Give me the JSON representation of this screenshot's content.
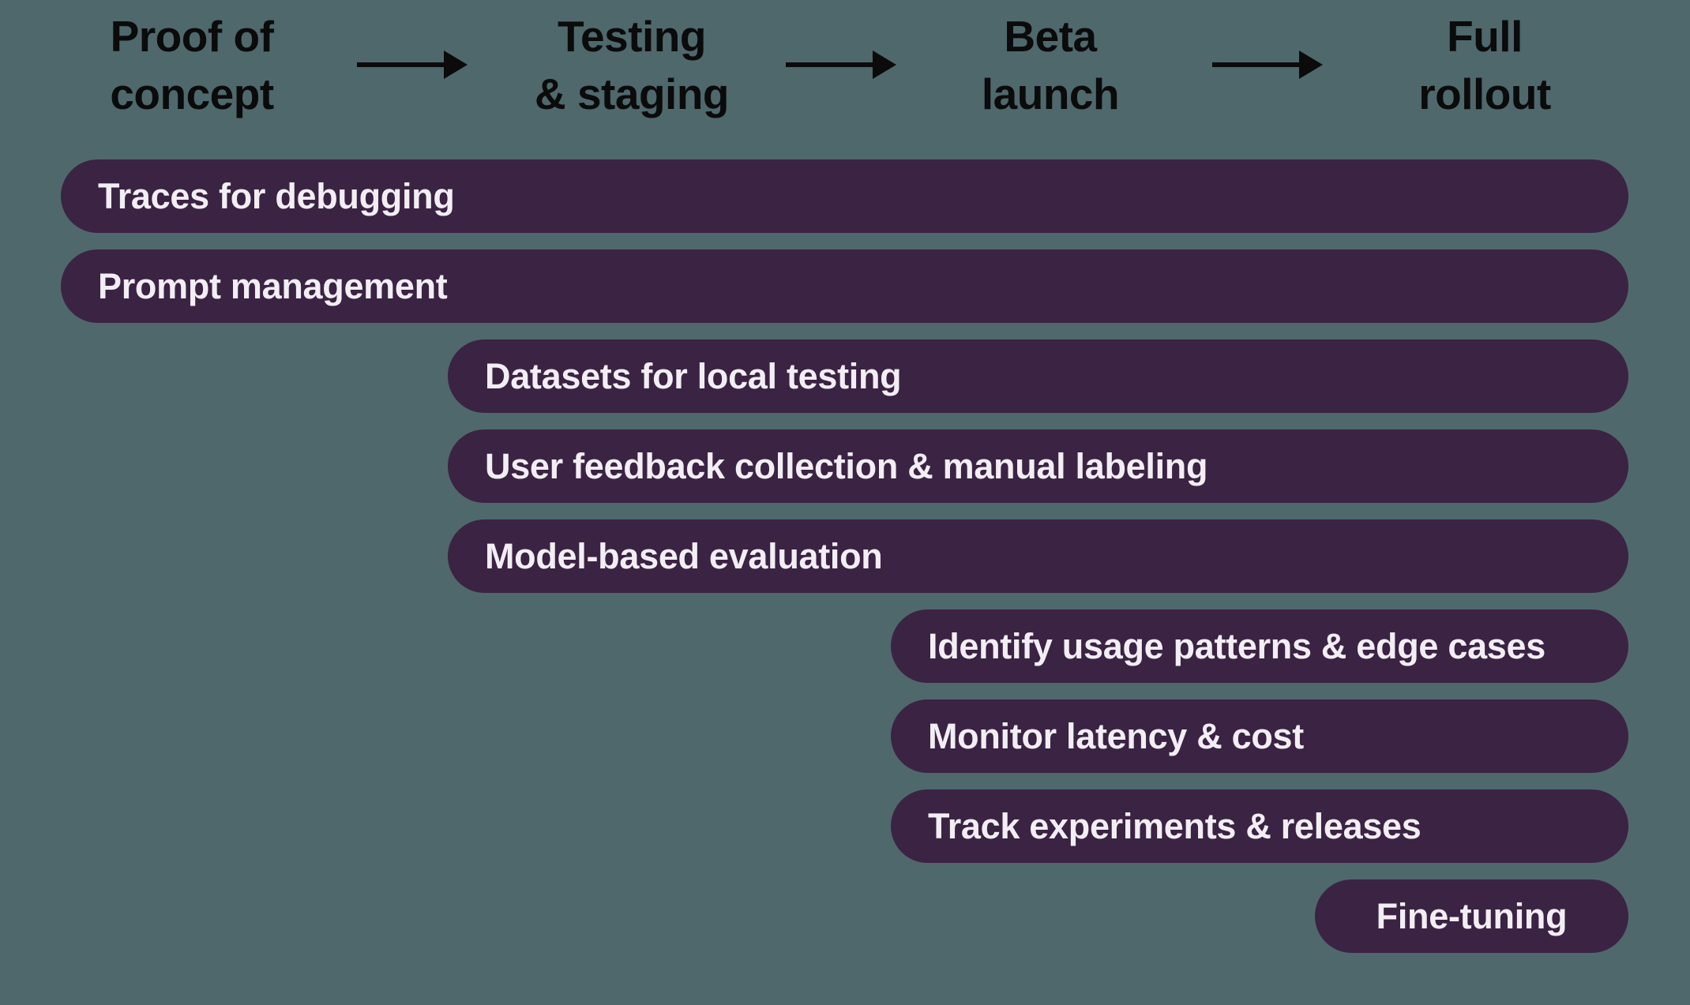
{
  "colors": {
    "background": "#4f686c",
    "bar_fill": "#3b2343",
    "bar_text": "#f2eef4",
    "heading_text": "#0b0b0c",
    "arrow": "#0b0b0c"
  },
  "phases": [
    {
      "id": "proof-of-concept",
      "lines": [
        "Proof of",
        "concept"
      ]
    },
    {
      "id": "testing-staging",
      "lines": [
        "Testing",
        "& staging"
      ]
    },
    {
      "id": "beta-launch",
      "lines": [
        "Beta",
        "launch"
      ]
    },
    {
      "id": "full-rollout",
      "lines": [
        "Full",
        "rollout"
      ]
    }
  ],
  "arrows": [
    {
      "from": "proof-of-concept",
      "to": "testing-staging"
    },
    {
      "from": "testing-staging",
      "to": "beta-launch"
    },
    {
      "from": "beta-launch",
      "to": "full-rollout"
    }
  ],
  "bars": [
    {
      "label": "Traces for debugging",
      "start_phase": "proof-of-concept",
      "align": "left"
    },
    {
      "label": "Prompt management",
      "start_phase": "proof-of-concept",
      "align": "left"
    },
    {
      "label": "Datasets for local testing",
      "start_phase": "testing-staging",
      "align": "left"
    },
    {
      "label": "User feedback collection & manual labeling",
      "start_phase": "testing-staging",
      "align": "left"
    },
    {
      "label": "Model-based evaluation",
      "start_phase": "testing-staging",
      "align": "left"
    },
    {
      "label": "Identify usage patterns & edge cases",
      "start_phase": "beta-launch",
      "align": "left"
    },
    {
      "label": "Monitor latency & cost",
      "start_phase": "beta-launch",
      "align": "left"
    },
    {
      "label": "Track experiments & releases",
      "start_phase": "beta-launch",
      "align": "left"
    },
    {
      "label": "Fine-tuning",
      "start_phase": "full-rollout",
      "align": "center"
    }
  ]
}
